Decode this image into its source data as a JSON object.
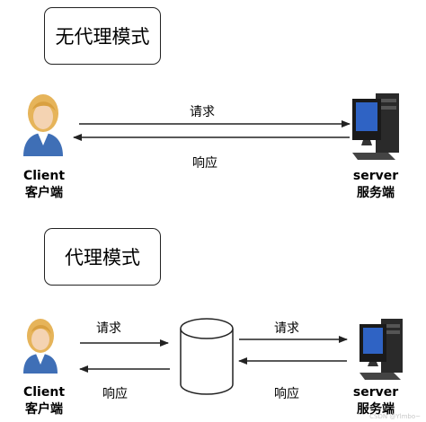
{
  "section1": {
    "title": "无代理模式",
    "request_label": "请求",
    "response_label": "响应",
    "client": {
      "name": "Client",
      "cn": "客户端"
    },
    "server": {
      "name": "server",
      "cn": "服务端"
    }
  },
  "section2": {
    "title": "代理模式",
    "request_left": "请求",
    "response_left": "响应",
    "request_right": "请求",
    "response_right": "响应",
    "client": {
      "name": "Client",
      "cn": "客户端"
    },
    "server": {
      "name": "server",
      "cn": "服务端"
    }
  },
  "watermark": "CSDN @Ylmbo~",
  "colors": {
    "stroke": "#222222",
    "person_shirt": "#3f6fb6",
    "hair": "#e6b45a",
    "monitor": "#1a1a1a",
    "screen": "#2f63c4"
  }
}
